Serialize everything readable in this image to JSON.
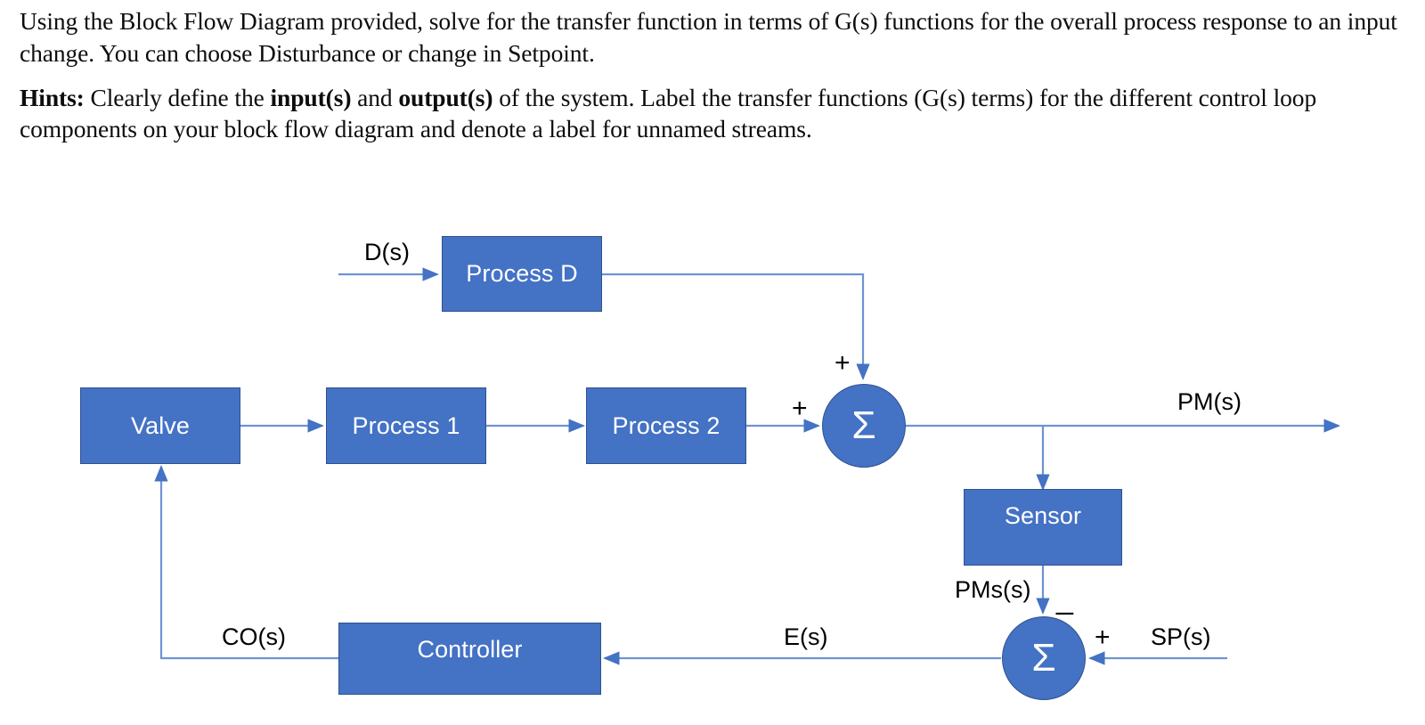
{
  "prompt": {
    "paragraph1_plain": "Using the Block Flow Diagram provided, solve for the transfer function in terms of G(s) functions for the overall process response to an input change. You can choose Disturbance or change in Setpoint.",
    "hints_label": "Hints:",
    "hints_part1": " Clearly define the ",
    "hints_bold1": "input(s)",
    "hints_part2": " and ",
    "hints_bold2": "output(s)",
    "hints_part3": " of the system. Label the transfer functions (G(s) terms) for the different control loop components on your block flow diagram and denote a label for unnamed streams."
  },
  "diagram": {
    "colors": {
      "block_fill": "#4472C4",
      "block_border": "#2F528F",
      "connector": "#6E93D4",
      "arrow_head": "#4472C4",
      "block_text": "#FFFFFF",
      "label_text": "#000000"
    },
    "blocks": [
      {
        "id": "process-d",
        "label": "Process D"
      },
      {
        "id": "valve",
        "label": "Valve"
      },
      {
        "id": "process-1",
        "label": "Process 1"
      },
      {
        "id": "process-2",
        "label": "Process 2"
      },
      {
        "id": "sensor",
        "label": "Sensor"
      },
      {
        "id": "controller",
        "label": "Controller"
      }
    ],
    "sum_junctions": [
      {
        "id": "sum-top",
        "symbol": "Σ"
      },
      {
        "id": "sum-bottom",
        "symbol": "Σ"
      }
    ],
    "stream_labels": [
      {
        "id": "d-s",
        "text": "D(s)"
      },
      {
        "id": "pm-s",
        "text": "PM(s)"
      },
      {
        "id": "pms-s",
        "text": "PMs(s)"
      },
      {
        "id": "sp-s",
        "text": "SP(s)"
      },
      {
        "id": "e-s",
        "text": "E(s)"
      },
      {
        "id": "co-s",
        "text": "CO(s)"
      }
    ],
    "sign_labels": [
      {
        "id": "sum-top-plus-vertical",
        "text": "+"
      },
      {
        "id": "sum-top-plus-horizontal",
        "text": "+"
      },
      {
        "id": "sum-bottom-minus",
        "text": "_"
      },
      {
        "id": "sum-bottom-plus",
        "text": "+"
      }
    ]
  }
}
